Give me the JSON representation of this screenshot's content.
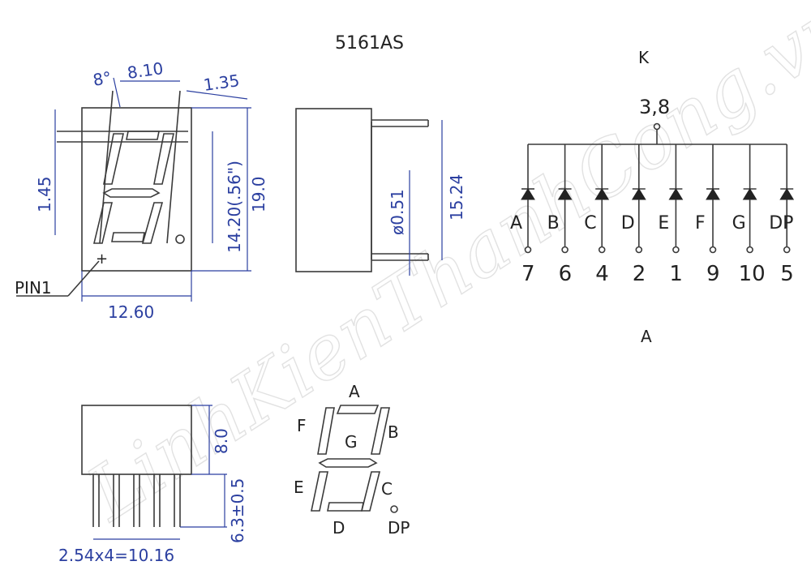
{
  "title": "5161AS",
  "watermark": "LinhKienThanhCong.vn",
  "front_view": {
    "angle": "8°",
    "dim_top": "8.10",
    "dim_right_top": "1.35",
    "dim_left": "1.45",
    "dim_digit": "14.20(.56\")",
    "dim_height": "19.0",
    "dim_width": "12.60",
    "pin1": "PIN1",
    "pin1_mark": "+"
  },
  "side_view": {
    "dim_pin": "ø0.51",
    "dim_height": "15.24"
  },
  "bottom_view": {
    "dim_body": "8.0",
    "dim_pin": "6.3±0.5",
    "dim_pitch": "2.54x4=10.16"
  },
  "segment_map": {
    "labels": {
      "a": "A",
      "b": "B",
      "c": "C",
      "d": "D",
      "e": "E",
      "f": "F",
      "g": "G",
      "dp": "DP"
    }
  },
  "schematic": {
    "cathode": "K",
    "common_pins": "3,8",
    "anode": "A",
    "segments": [
      {
        "seg": "A",
        "pin": "7"
      },
      {
        "seg": "B",
        "pin": "6"
      },
      {
        "seg": "C",
        "pin": "4"
      },
      {
        "seg": "D",
        "pin": "2"
      },
      {
        "seg": "E",
        "pin": "1"
      },
      {
        "seg": "F",
        "pin": "9"
      },
      {
        "seg": "G",
        "pin": "10"
      },
      {
        "seg": "DP",
        "pin": "5"
      }
    ]
  }
}
